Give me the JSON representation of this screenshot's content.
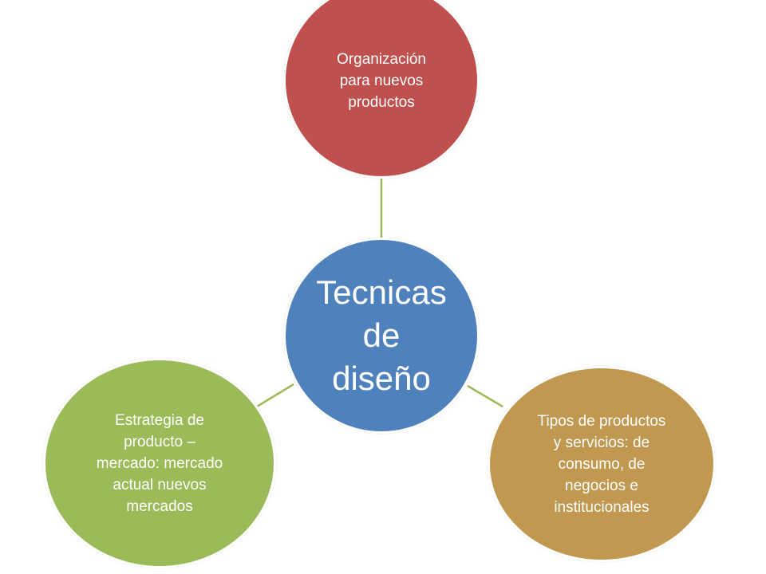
{
  "diagram": {
    "center": {
      "label": "Tecnicas\nde\ndiseño",
      "color": "#4f81bd"
    },
    "top": {
      "label": "Organización\npara nuevos\nproductos",
      "color": "#c0504d"
    },
    "left": {
      "label": "Estrategia de\nproducto –\nmercado: mercado\nactual nuevos\nmercados",
      "color": "#9bbb59"
    },
    "right": {
      "label": "Tipos de productos\ny servicios: de\nconsumo, de\nnegocios e\ninstitucionales",
      "color": "#c0984f"
    },
    "connector_color": "#9bbb59"
  }
}
